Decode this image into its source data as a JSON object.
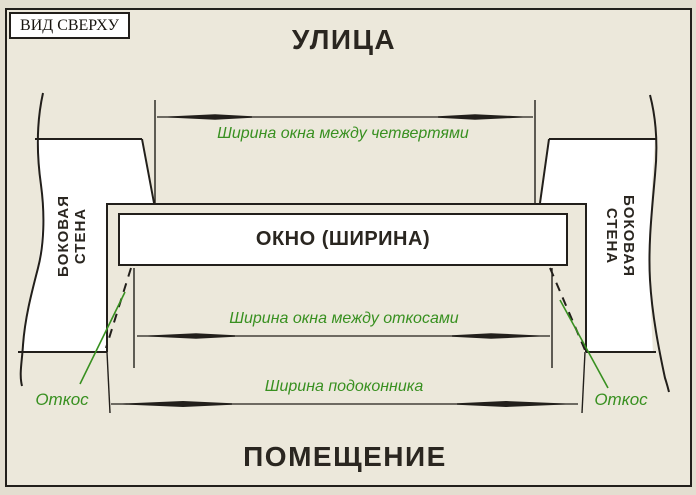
{
  "drawing": {
    "view_label": "ВИД СВЕРХУ",
    "street_zone": "УЛИЦА",
    "room_zone": "ПОМЕЩЕНИЕ",
    "window_label": "ОКНО (ШИРИНА)",
    "side_wall_line1": "БОКОВАЯ",
    "side_wall_line2": "СТЕНА",
    "dimensions": {
      "between_quarters": "Ширина окна между четвертями",
      "between_slopes": "Ширина окна между откосами",
      "sill_width": "Ширина подоконника"
    },
    "slope_label_left": "Откос",
    "slope_label_right": "Откос",
    "colors": {
      "annotation_green": "#389020",
      "line_dark": "#221f1b",
      "paper_background": "#ece8db",
      "wall_fill": "#ffffff"
    }
  }
}
